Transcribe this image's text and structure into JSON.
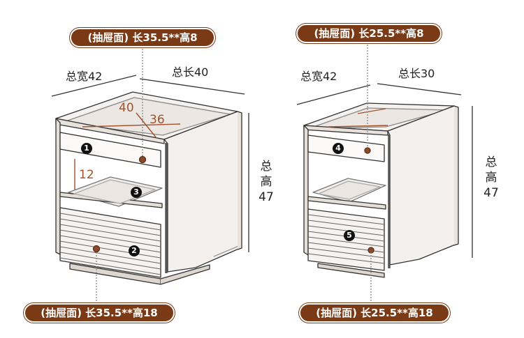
{
  "left": {
    "top_pill": "(抽屉面) 长35.5**高8",
    "bottom_pill": "(抽屉面) 长35.5**高18",
    "width": "总宽42",
    "length": "总长40",
    "height": "总高47",
    "inner_length": "40",
    "inner_width": "36",
    "inner_height": "12",
    "markers": [
      "1",
      "2",
      "3"
    ]
  },
  "right": {
    "top_pill": "(抽屉面) 长25.5**高8",
    "bottom_pill": "(抽屉面) 长25.5**高18",
    "width": "总宽42",
    "length": "总长30",
    "height": "总高47",
    "markers": [
      "4",
      "5"
    ]
  },
  "colors": {
    "pill": "#7a3a16",
    "dimension": "#a0522d",
    "knob": "#8b4a2b"
  }
}
